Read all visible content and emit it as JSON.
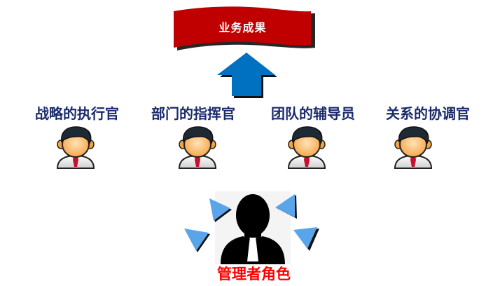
{
  "outcome": {
    "label": "业务成果",
    "banner_color": "#c00000"
  },
  "arrow": {
    "direction": "up",
    "color": "#0070c0"
  },
  "roles": [
    {
      "label": "战略的执行官",
      "icon": "businessman-avatar-icon"
    },
    {
      "label": "部门的指挥官",
      "icon": "businessman-avatar-icon"
    },
    {
      "label": "团队的辅导员",
      "icon": "businessman-avatar-icon"
    },
    {
      "label": "关系的协调官",
      "icon": "businessman-avatar-icon"
    }
  ],
  "manager": {
    "label": "管理者角色",
    "label_color": "#ff0000",
    "icon": "manager-silhouette-icon",
    "pointer_color": "#5aa5ea"
  },
  "colors": {
    "role_text": "#1b2b6b"
  }
}
